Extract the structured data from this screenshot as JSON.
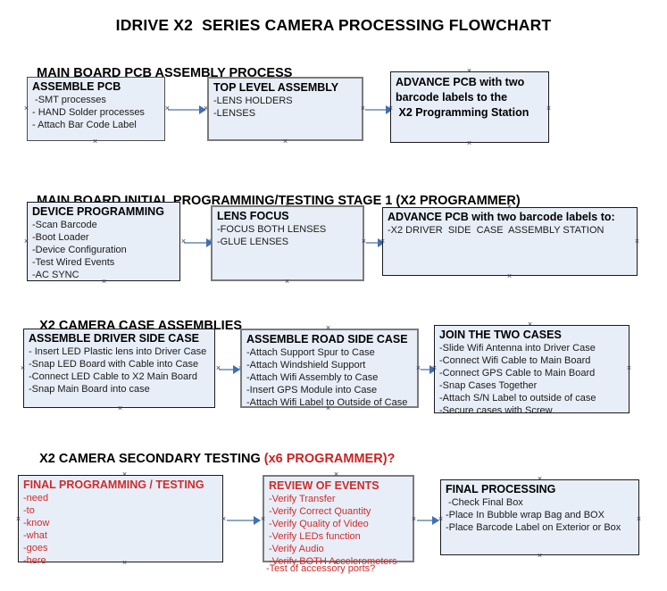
{
  "document": {
    "title": "IDRIVE X2  SERIES CAMERA PROCESSING FLOWCHART"
  },
  "sections": [
    {
      "id": "main-board-pcb-assembly",
      "header": "MAIN BOARD PCB ASSEMBLY PROCESS",
      "header_accent": ""
    },
    {
      "id": "main-board-initial-programming",
      "header": "MAIN BOARD INITIAL PROGRAMMING/TESTING STAGE 1 (X2 PROGRAMMER)",
      "header_accent": ""
    },
    {
      "id": "x2-camera-case-assemblies",
      "header": "X2 CAMERA CASE ASSEMBLIES",
      "header_accent": ""
    },
    {
      "id": "x2-camera-secondary-testing",
      "header": "X2 CAMERA SECONDARY TESTING ",
      "header_accent": "(x6 PROGRAMMER)?"
    }
  ],
  "nodes": {
    "assemble_pcb": {
      "title": "ASSEMBLE PCB",
      "lines": [
        " -SMT processes",
        "- HAND Solder processes",
        "- Attach Bar Code Label"
      ]
    },
    "top_level_assembly": {
      "title": "TOP LEVEL ASSEMBLY",
      "lines": [
        "-LENS HOLDERS",
        "-LENSES"
      ]
    },
    "advance_pcb_station": {
      "title": "ADVANCE PCB with two\nbarcode labels to the\n X2 Programming Station",
      "lines": []
    },
    "device_programming": {
      "title": "DEVICE PROGRAMMING",
      "lines": [
        "-Scan Barcode",
        "-Boot Loader",
        "-Device Configuration",
        "-Test Wired Events",
        "-AC SYNC"
      ]
    },
    "lens_focus": {
      "title": "LENS FOCUS",
      "lines": [
        "-FOCUS BOTH LENSES",
        "-GLUE LENSES"
      ]
    },
    "advance_pcb_driver_side": {
      "title": "ADVANCE PCB with two barcode labels to:",
      "lines": [
        "-X2 DRIVER  SIDE  CASE  ASSEMBLY STATION"
      ]
    },
    "assemble_driver_side_case": {
      "title": "ASSEMBLE DRIVER SIDE CASE",
      "lines": [
        "- Insert LED Plastic lens into Driver Case",
        "-Snap LED Board with Cable into Case",
        "-Connect LED Cable to X2 Main Board",
        "-Snap Main Board into case"
      ]
    },
    "assemble_road_side_case": {
      "title": "ASSEMBLE ROAD SIDE CASE",
      "lines": [
        "-Attach Support Spur to Case",
        "-Attach Windshield Support",
        "-Attach Wifi Assembly to Case",
        "-Insert GPS Module into Case",
        "-Attach Wifi Label to Outside of Case"
      ]
    },
    "join_the_two_cases": {
      "title": "JOIN THE TWO CASES",
      "lines": [
        "-Slide Wifi Antenna into Driver Case",
        "-Connect Wifi Cable to Main Board",
        "-Connect GPS Cable to Main Board",
        "-Snap Cases Together",
        "-Attach S/N Label to outside of case",
        "-Secure cases with Screw"
      ]
    },
    "final_programming_testing": {
      "title": "FINAL PROGRAMMING / TESTING",
      "lines": [
        "-need",
        "-to",
        "-know",
        "-what",
        "-goes",
        "-here"
      ]
    },
    "review_of_events": {
      "title": "REVIEW OF EVENTS",
      "lines": [
        "-Verify Transfer",
        "-Verify Correct Quantity",
        "-Verify Quality of Video",
        "-Verify LEDs function",
        "-Verify Audio",
        "-Verify BOTH Accelerometers"
      ],
      "overflow_line": "-Test of accessory ports?"
    },
    "final_processing": {
      "title": "FINAL PROCESSING",
      "lines": [
        " -Check Final Box",
        "-Place In Bubble wrap Bag and BOX",
        "-Place Barcode Label on Exterior or Box"
      ]
    }
  },
  "colors": {
    "node_fill": "#e8eef7",
    "node_border": "#4d4d4d",
    "connector": "#8fa9c4",
    "arrowhead": "#3f6fb5",
    "accent_red": "#d02b2b",
    "text": "#000000"
  }
}
